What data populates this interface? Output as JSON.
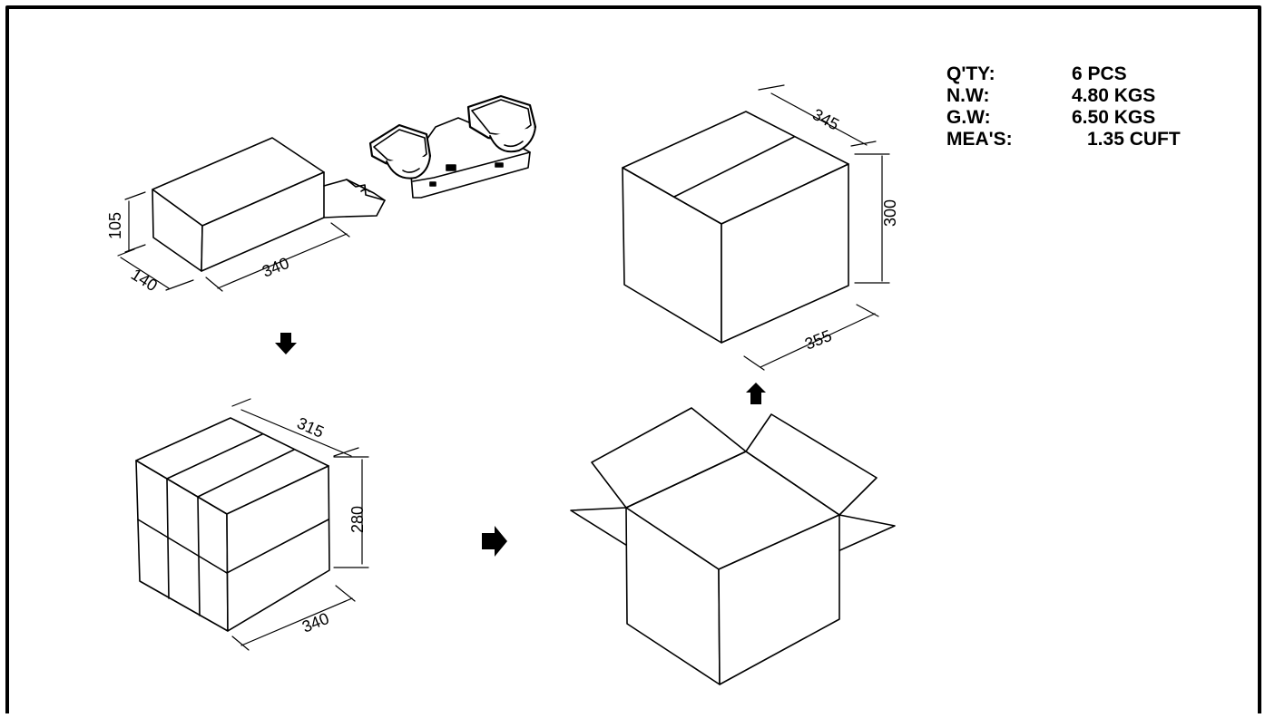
{
  "specs": [
    {
      "label": "Q'TY:",
      "value": "6 PCS"
    },
    {
      "label": "N.W:",
      "value": "4.80 KGS"
    },
    {
      "label": "G.W:",
      "value": "6.50 KGS"
    },
    {
      "label": "MEA'S:",
      "value": "1.35 CUFT"
    }
  ],
  "dimensions": {
    "single_box": {
      "height": "105",
      "depth": "140",
      "length": "340"
    },
    "stack": {
      "depth": "315",
      "height": "280",
      "length": "340"
    },
    "carton": {
      "depth": "345",
      "height": "300",
      "length": "355"
    }
  },
  "colors": {
    "line": "#000000",
    "background": "#ffffff"
  },
  "icons": [
    "arrow-down-icon",
    "arrow-right-icon",
    "arrow-up-icon",
    "lamp-fixture-icon"
  ]
}
